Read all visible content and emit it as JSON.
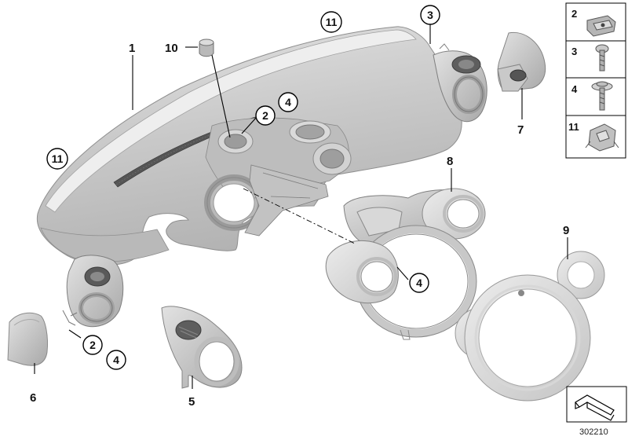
{
  "diagram_id": "302210",
  "callouts": {
    "c1": "1",
    "c2": "2",
    "c3": "3",
    "c4": "4",
    "c5": "5",
    "c6": "6",
    "c7": "7",
    "c8": "8",
    "c9": "9",
    "c10": "10",
    "c11": "11"
  },
  "legend": {
    "items": [
      {
        "label": "2",
        "icon": "clip-nut-icon"
      },
      {
        "label": "3",
        "icon": "screw-icon"
      },
      {
        "label": "4",
        "icon": "washer-screw-icon"
      },
      {
        "label": "11",
        "icon": "clip-icon"
      }
    ]
  },
  "colors": {
    "part_fill": "#cfcfcf",
    "part_shadow": "#a9a9a9",
    "part_light": "#e6e6e6",
    "line": "#000000"
  },
  "icons": [
    "dashboard-panel",
    "vent-trim",
    "instrument-cluster-trim",
    "gauge-cover",
    "end-cap",
    "orientation-arrow-icon"
  ]
}
